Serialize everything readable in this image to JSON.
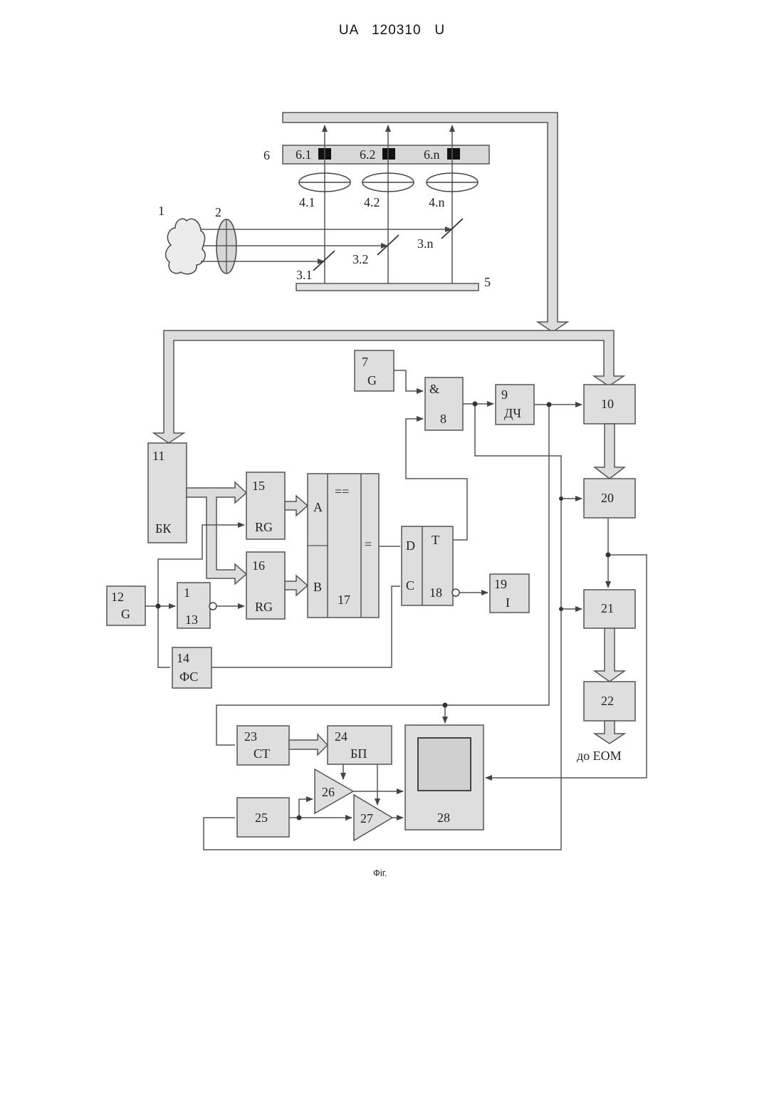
{
  "header": {
    "doc_number": "UA   120310   U"
  },
  "figure": {
    "caption": "Фіг.",
    "output_label": "до ЕОМ",
    "optics": {
      "source": "1",
      "lens": "2",
      "mirrors": [
        "3.1",
        "3.2",
        "3.n"
      ],
      "lenses": [
        "4.1",
        "4.2",
        "4.n"
      ],
      "base": "5",
      "sensor_bar": "6",
      "sensors": [
        "6.1",
        "6.2",
        "6.n"
      ]
    },
    "blocks": {
      "b7": {
        "num": "7",
        "label": "G"
      },
      "b8": {
        "num": "8",
        "label": "&"
      },
      "b9": {
        "num": "9",
        "label": "ДЧ"
      },
      "b10": {
        "num": "10"
      },
      "b11": {
        "num": "11",
        "label": "БК"
      },
      "b12": {
        "num": "12",
        "label": "G"
      },
      "b13": {
        "num": "13",
        "label": "1"
      },
      "b14": {
        "num": "14",
        "label": "ФС"
      },
      "b15": {
        "num": "15",
        "label": "RG"
      },
      "b16": {
        "num": "16",
        "label": "RG"
      },
      "b17": {
        "num": "17",
        "ports": [
          "A",
          "B"
        ],
        "ops": [
          "==",
          "="
        ]
      },
      "b18": {
        "num": "18",
        "ports": [
          "D",
          "C",
          "T"
        ]
      },
      "b19": {
        "num": "19",
        "label": "I"
      },
      "b20": {
        "num": "20"
      },
      "b21": {
        "num": "21"
      },
      "b22": {
        "num": "22"
      },
      "b23": {
        "num": "23",
        "label": "СТ"
      },
      "b24": {
        "num": "24",
        "label": "БП"
      },
      "b25": {
        "num": "25"
      },
      "b26": {
        "num": "26"
      },
      "b27": {
        "num": "27"
      },
      "b28": {
        "num": "28"
      }
    }
  }
}
